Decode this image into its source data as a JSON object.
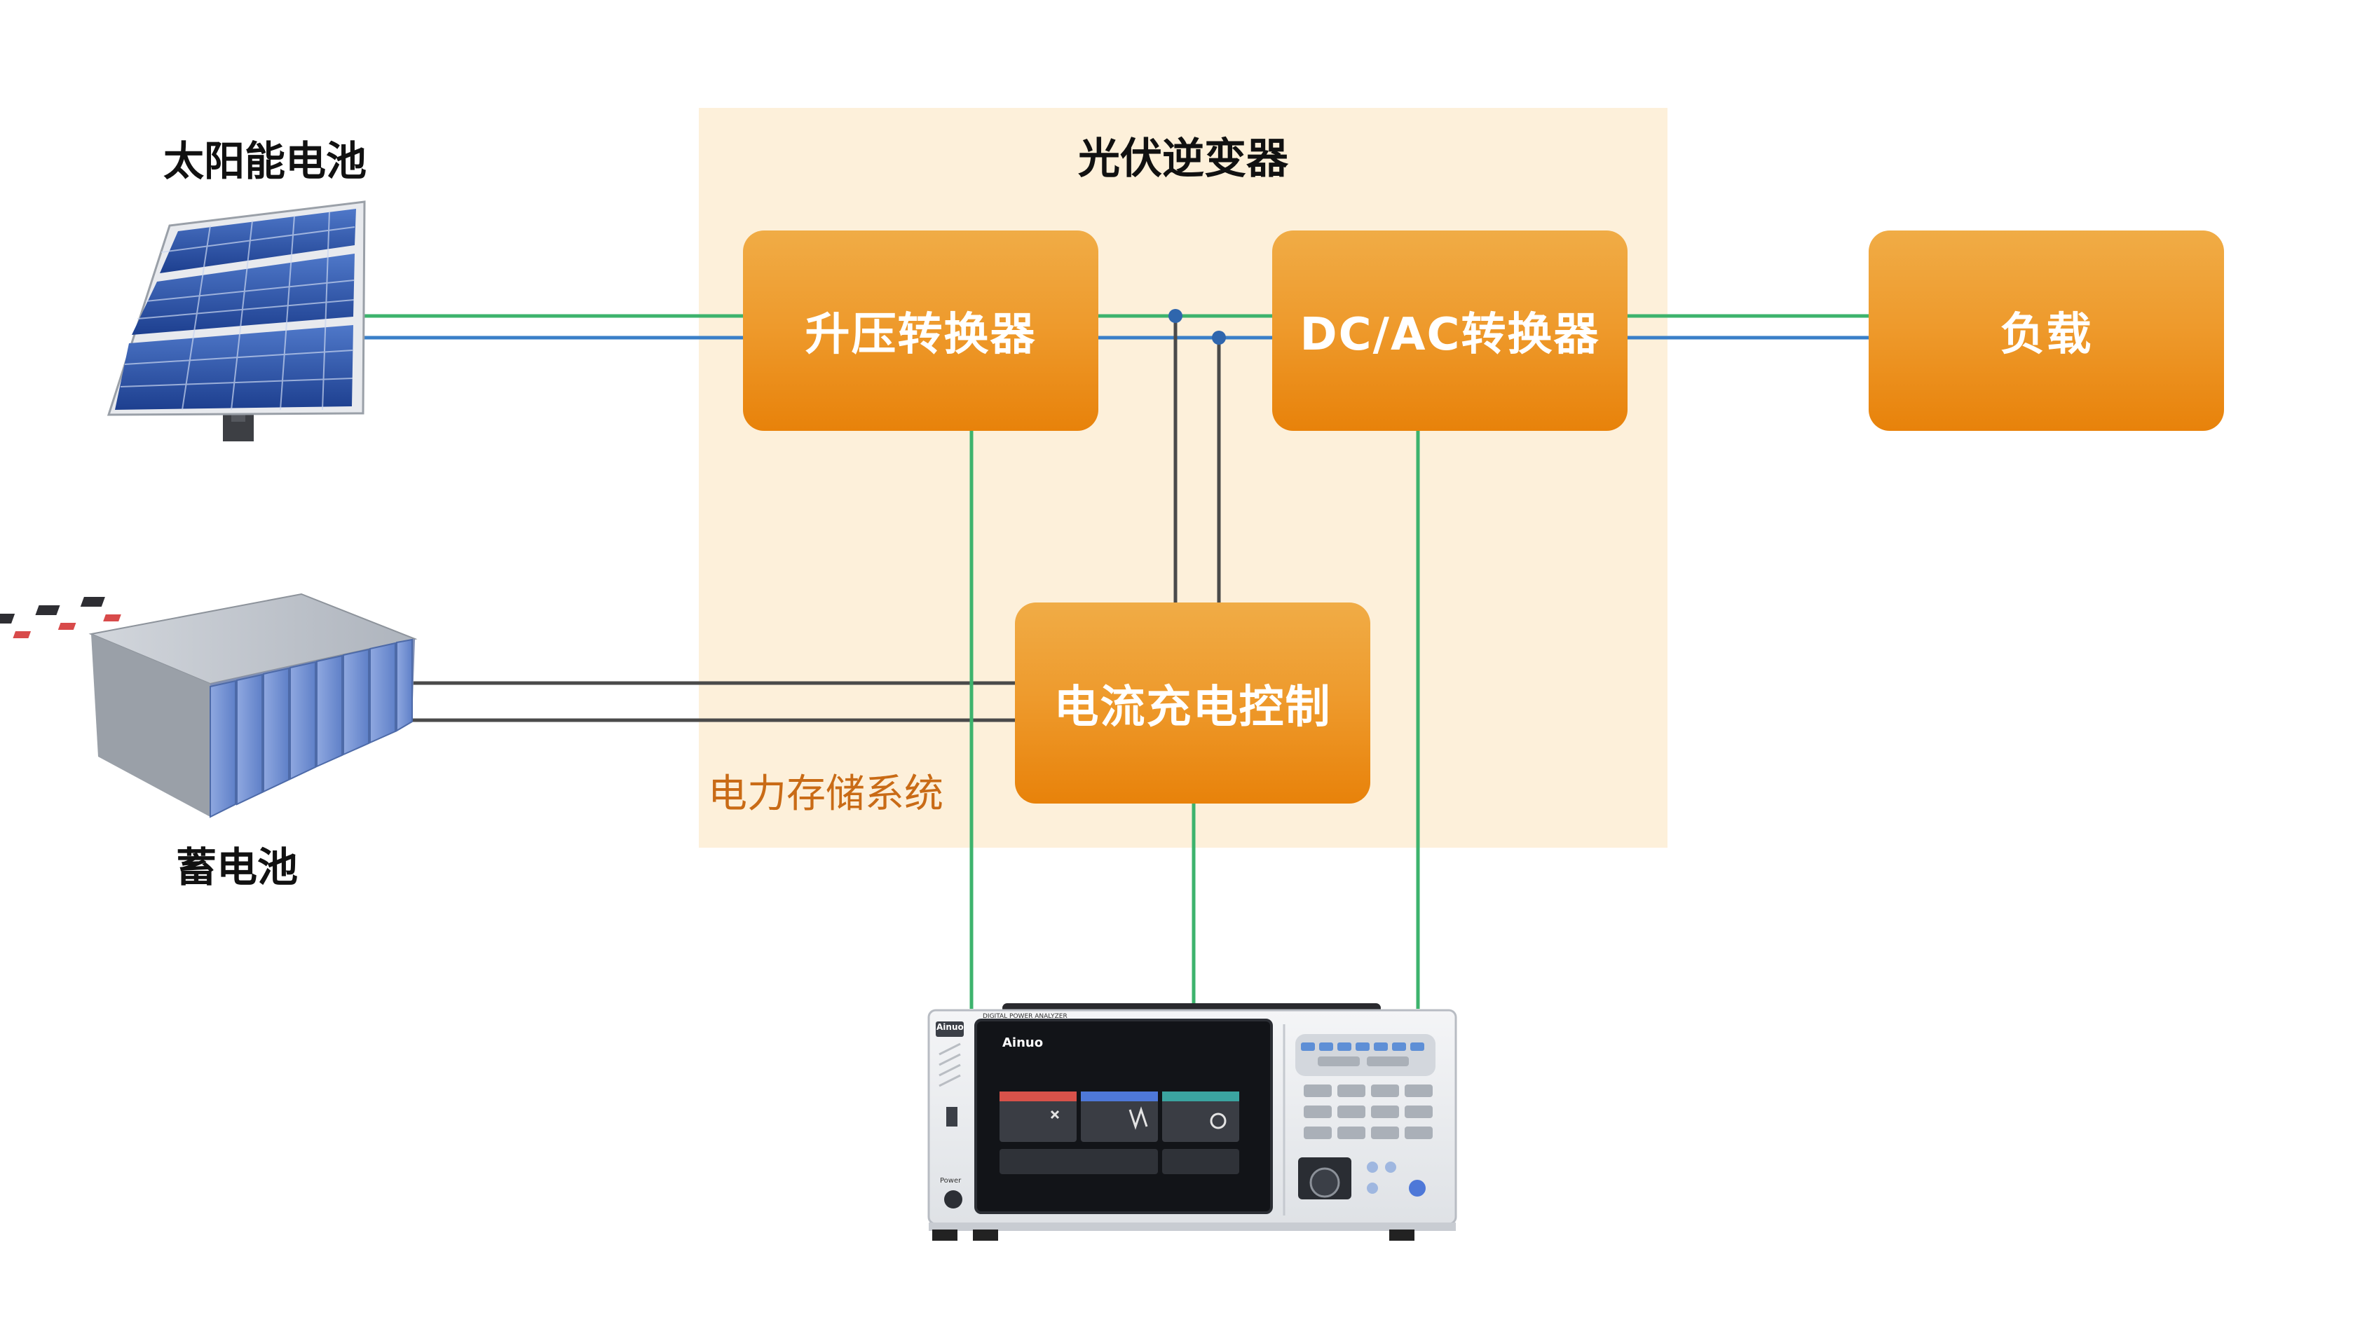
{
  "solar_label": "太阳能电池",
  "battery_label": "蓄电池",
  "inverter": {
    "title": "光伏逆变器",
    "storage_caption": "电力存储系统"
  },
  "blocks": {
    "boost": "升压转换器",
    "dcac": "DC/AC转换器",
    "load": "负载",
    "charge": "电流充电控制"
  },
  "analyzer": {
    "brand": "Ainuo",
    "model_text": "DIGITAL POWER ANALYZER",
    "screen_logo": "Ainuo",
    "power_label": "Power"
  },
  "colors": {
    "orange": "#ee9a2c",
    "zone": "#fdf0da",
    "green_line": "#3db36d",
    "blue_line": "#3a7fc8",
    "gray_line": "#4a4a4a",
    "caption": "#c96b16"
  }
}
